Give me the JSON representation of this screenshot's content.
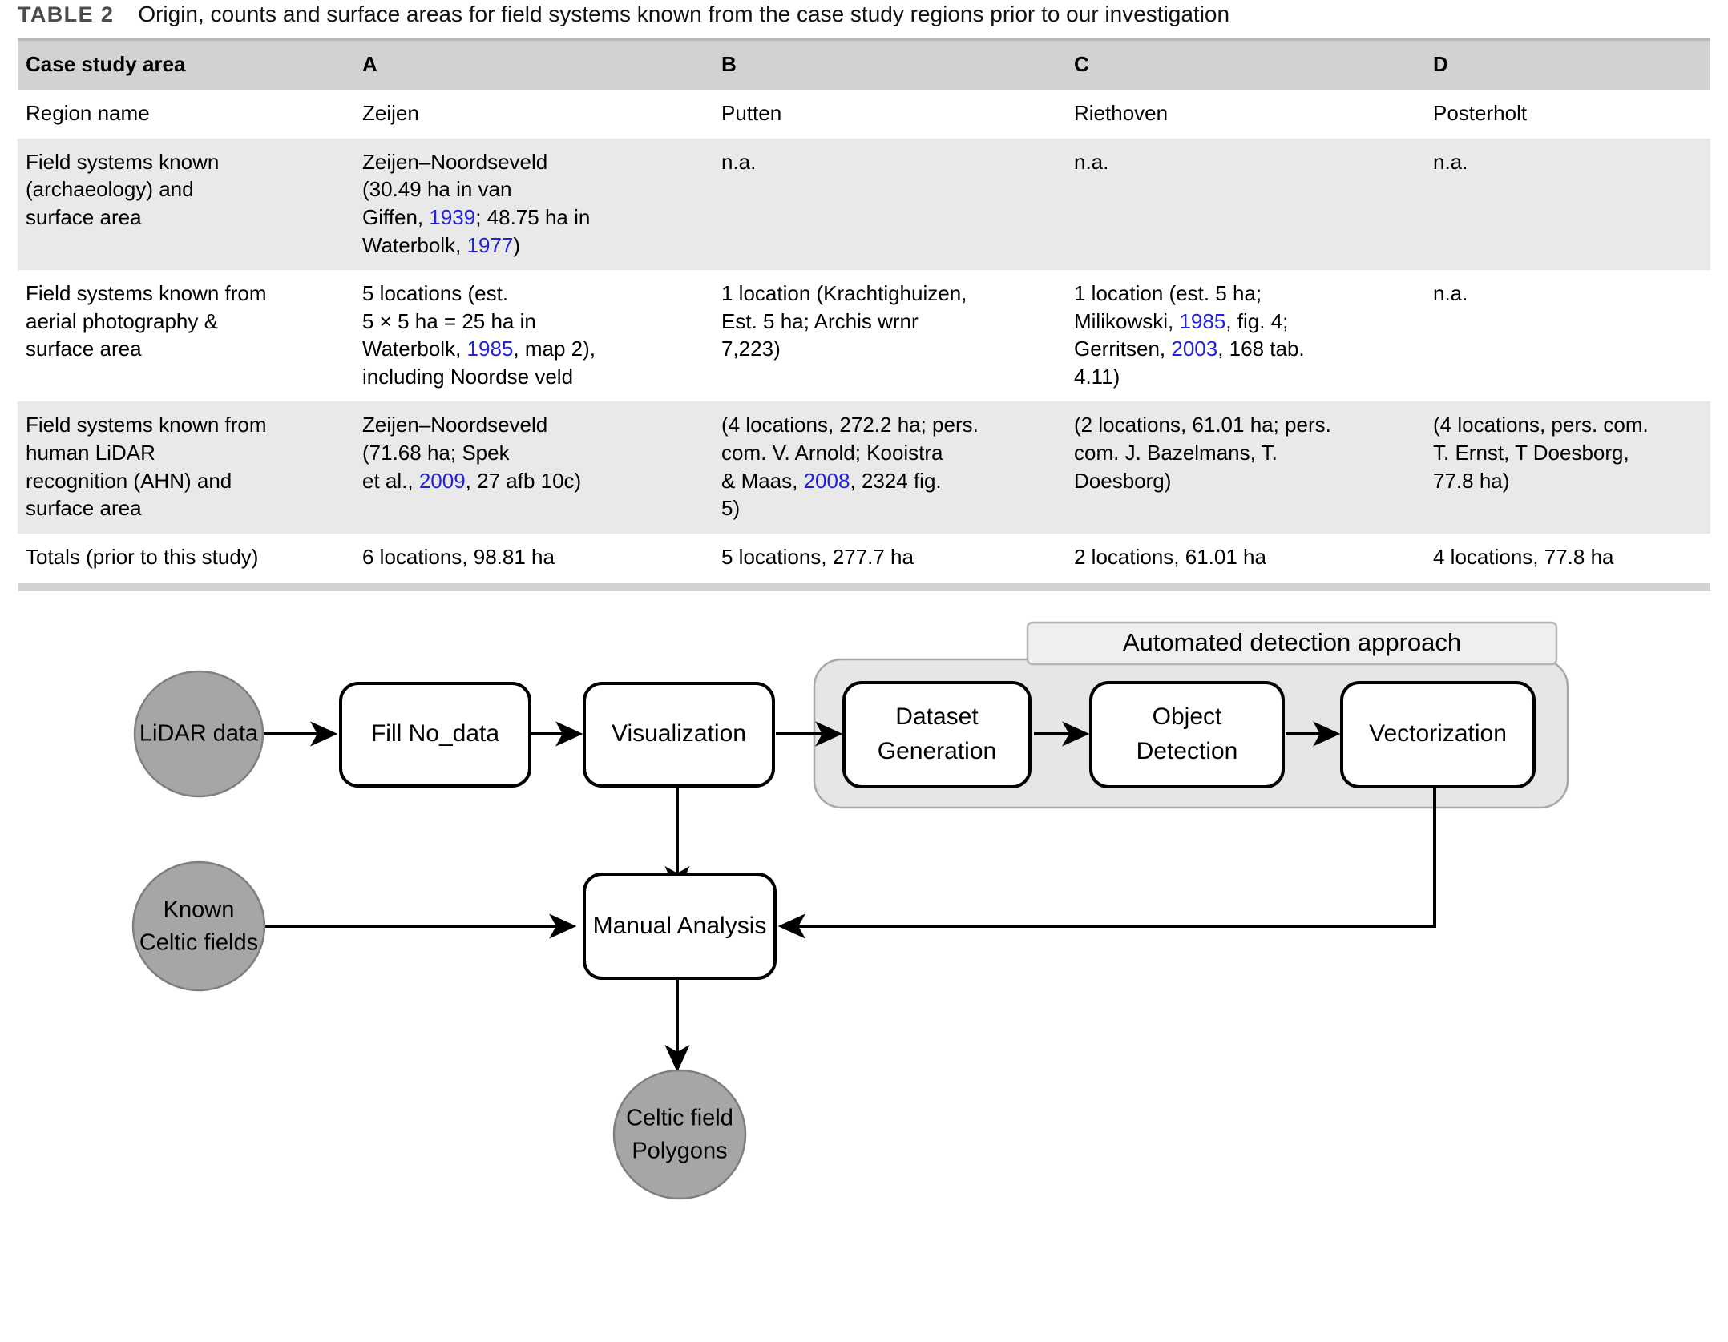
{
  "table": {
    "caption_label": "TABLE 2",
    "caption_text": "Origin, counts and surface areas for field systems known from the case study regions prior to our investigation",
    "headers": [
      "Case study area",
      "A",
      "B",
      "C",
      "D"
    ],
    "rows": [
      {
        "label": "Region name",
        "label_lines": [
          "Region name"
        ],
        "a": [
          "Zeijen"
        ],
        "b": [
          "Putten"
        ],
        "c": [
          "Riethoven"
        ],
        "d": [
          "Posterholt"
        ]
      },
      {
        "label": "Field systems known (archaeology) and surface area",
        "label_lines": [
          "Field systems known",
          "(archaeology) and",
          "surface area"
        ],
        "a": [
          "Zeijen–Noordseveld",
          "(30.49 ha in van",
          "Giffen, 1939; 48.75 ha in",
          "Waterbolk, 1977)"
        ],
        "b": [
          "n.a."
        ],
        "c": [
          "n.a."
        ],
        "d": [
          "n.a."
        ],
        "a_citations": [
          "1939",
          "1977"
        ]
      },
      {
        "label": "Field systems known from aerial photography & surface area",
        "label_lines": [
          "Field systems known from",
          "aerial photography &",
          "surface area"
        ],
        "a": [
          "5 locations (est.",
          "5 × 5 ha = 25 ha in",
          "Waterbolk, 1985, map 2),",
          "including Noordse veld"
        ],
        "b": [
          "1 location (Krachtighuizen,",
          "Est. 5 ha; Archis wrnr",
          "7,223)"
        ],
        "c": [
          "1 location (est. 5 ha;",
          "Milikowski, 1985, fig. 4;",
          "Gerritsen, 2003, 168 tab.",
          "4.11)"
        ],
        "d": [
          "n.a."
        ],
        "a_citations": [
          "1985"
        ],
        "c_citations": [
          "1985",
          "2003"
        ]
      },
      {
        "label": "Field systems known from human LiDAR recognition (AHN) and surface area",
        "label_lines": [
          "Field systems known from",
          "human LiDAR",
          "recognition (AHN) and",
          "surface area"
        ],
        "a": [
          "Zeijen–Noordseveld",
          "(71.68 ha; Spek",
          "et al., 2009, 27 afb 10c)"
        ],
        "b": [
          "(4 locations, 272.2 ha; pers.",
          "com. V. Arnold; Kooistra",
          "& Maas, 2008, 2324 fig.",
          "5)"
        ],
        "c": [
          "(2 locations, 61.01 ha; pers.",
          "com. J. Bazelmans, T.",
          "Doesborg)"
        ],
        "d": [
          "(4 locations, pers. com.",
          "T. Ernst, T Doesborg,",
          "77.8 ha)"
        ],
        "a_citations": [
          "2009"
        ],
        "b_citations": [
          "2008"
        ]
      },
      {
        "label": "Totals (prior to this study)",
        "label_lines": [
          "Totals (prior to this study)"
        ],
        "a": [
          "6 locations, 98.81 ha"
        ],
        "b": [
          "5 locations, 277.7 ha"
        ],
        "c": [
          "2 locations, 61.01 ha"
        ],
        "d": [
          "4 locations, 77.8 ha"
        ]
      }
    ],
    "colors": {
      "header_background": "#d2d2d2",
      "shaded_row_background": "#e9e9e9",
      "citation_link": "#2222dd"
    }
  },
  "flowchart": {
    "group_label": "Automated detection approach",
    "nodes": {
      "lidar_data": "LiDAR data",
      "fill_no_data": "Fill No_data",
      "visualization": "Visualization",
      "dataset_generation_line1": "Dataset",
      "dataset_generation_line2": "Generation",
      "object_detection_line1": "Object",
      "object_detection_line2": "Detection",
      "vectorization": "Vectorization",
      "known_celtic_fields_line1": "Known",
      "known_celtic_fields_line2": "Celtic fields",
      "manual_analysis": "Manual Analysis",
      "celtic_field_polygons_line1": "Celtic field",
      "celtic_field_polygons_line2": "Polygons"
    },
    "colors": {
      "terminator_fill": "#a6a6a6",
      "process_fill": "#ffffff",
      "group_fill": "#e6e6e6",
      "stroke": "#000000"
    }
  }
}
